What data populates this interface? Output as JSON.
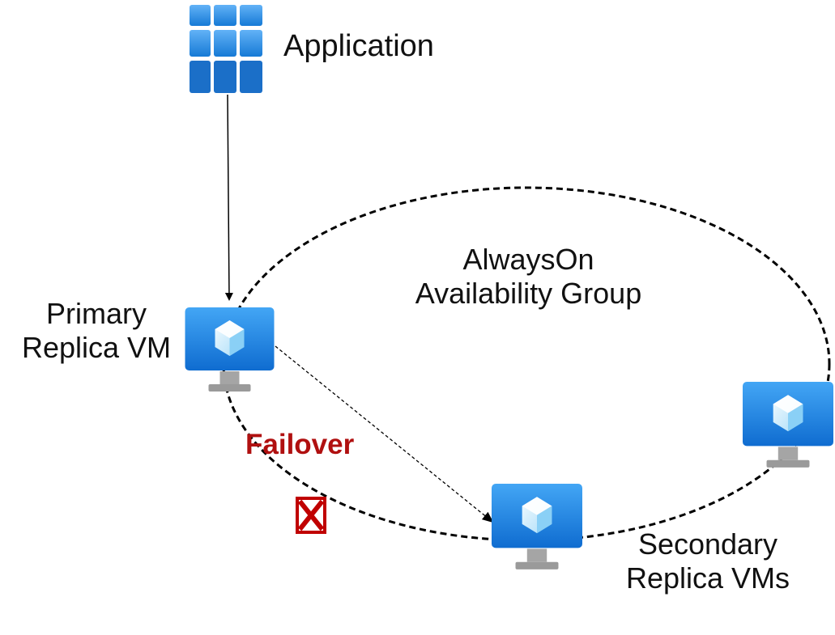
{
  "application": {
    "label": "Application",
    "icon": "app-grid-icon"
  },
  "availability_group": {
    "label_line_1": "AlwaysOn",
    "label_line_2": "Availability Group"
  },
  "primary": {
    "label_line_1": "Primary",
    "label_line_2": "Replica VM",
    "icon": "vm-icon"
  },
  "secondary": {
    "label_line_1": "Secondary",
    "label_line_2": "Replica VMs",
    "icon": "vm-icon"
  },
  "failover": {
    "label": "Failover",
    "label_color": "#b01010",
    "marker": "failed-x-icon"
  },
  "colors": {
    "tile_light": "#4a9ef0",
    "tile_dark": "#1268c8",
    "monitor_blue": "#1a7fe0",
    "stand_gray": "#a9a9a9",
    "line": "#000000",
    "x_red": "#c00000"
  }
}
